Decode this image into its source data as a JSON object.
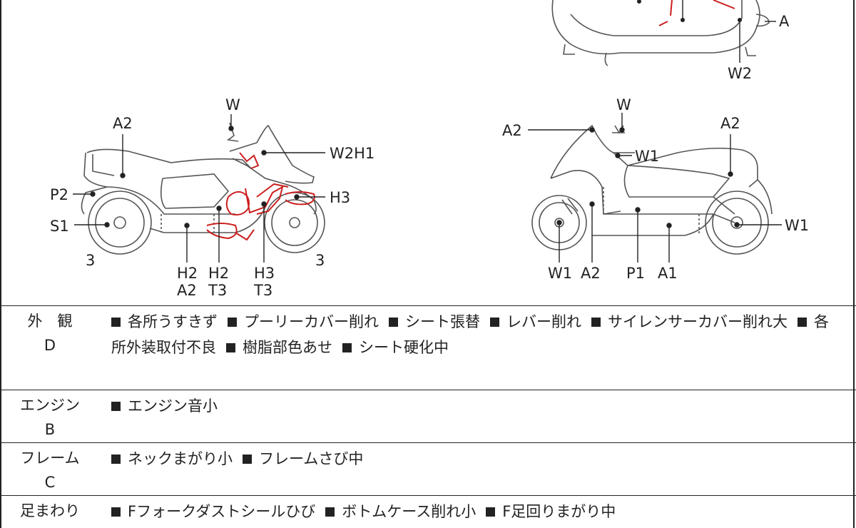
{
  "diagram_labels": {
    "top_A": "A",
    "top_W2": "W2",
    "left_W": "W",
    "left_A2": "A2",
    "left_W2H1": "W2H1",
    "left_P2": "P2",
    "left_H3": "H3",
    "left_S1": "S1",
    "left_3a": "3",
    "left_3b": "3",
    "left_H2": "H2",
    "left_A2b": "A2",
    "left_H2b": "H2",
    "left_T3": "T3",
    "left_H3b": "H3",
    "left_T3b": "T3",
    "right_W": "W",
    "right_A2": "A2",
    "right_A2b": "A2",
    "right_W1": "W1",
    "right_W1b": "W1",
    "right_W1c": "W1",
    "right_A2c": "A2",
    "right_P1": "P1",
    "right_A1": "A1"
  },
  "rows": [
    {
      "head": "外　観",
      "grade": "D",
      "items_line1": [
        "各所うすきず",
        "プーリーカバー削れ",
        "シート張替",
        "レバー削れ",
        "サイレンサーカバー削れ大",
        "各"
      ],
      "items_line2_lead": "所外装取付不良",
      "items_line2": [
        "樹脂部色あせ",
        "シート硬化中"
      ]
    },
    {
      "head": "エンジン",
      "grade": "B",
      "items": [
        "エンジン音小"
      ]
    },
    {
      "head": "フレーム",
      "grade": "C",
      "items": [
        "ネックまがり小",
        "フレームさび中"
      ]
    },
    {
      "head": "足まわり",
      "items": [
        "Fフォークダストシールひび",
        "ボトムケース削れ小",
        "F足回りまがり中"
      ]
    }
  ],
  "colors": {
    "ink": "#222222",
    "damage": "#cc1f1f",
    "outline": "#555555"
  }
}
